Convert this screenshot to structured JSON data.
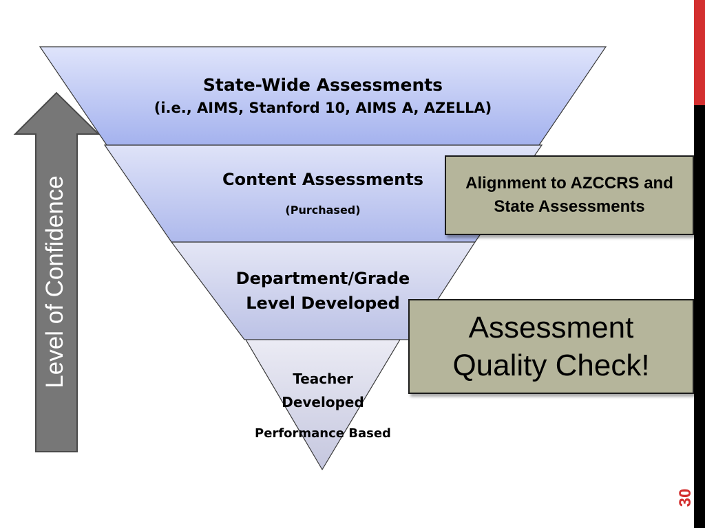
{
  "pyramid": {
    "tier1": {
      "title": "State-Wide Assessments",
      "subtitle": "(i.e., AIMS, Stanford 10, AIMS A, AZELLA)"
    },
    "tier2": {
      "title": "Content Assessments",
      "subtitle": "(Purchased)"
    },
    "tier3": {
      "line1": "Department/Grade",
      "line2": "Level Developed"
    },
    "tier4": {
      "line1": "Teacher",
      "line2": "Developed",
      "line3": "Performance Based"
    }
  },
  "arrow": {
    "label": "Level of Confidence"
  },
  "callouts": {
    "alignment": "Alignment to AZCCRS and State Assessments",
    "quality_check": "Assessment Quality Check!"
  },
  "slide": {
    "number": "30"
  },
  "colors": {
    "accent_red": "#d32f2f",
    "callout_fill": "#b5b59b",
    "arrow_fill": "#777777"
  }
}
